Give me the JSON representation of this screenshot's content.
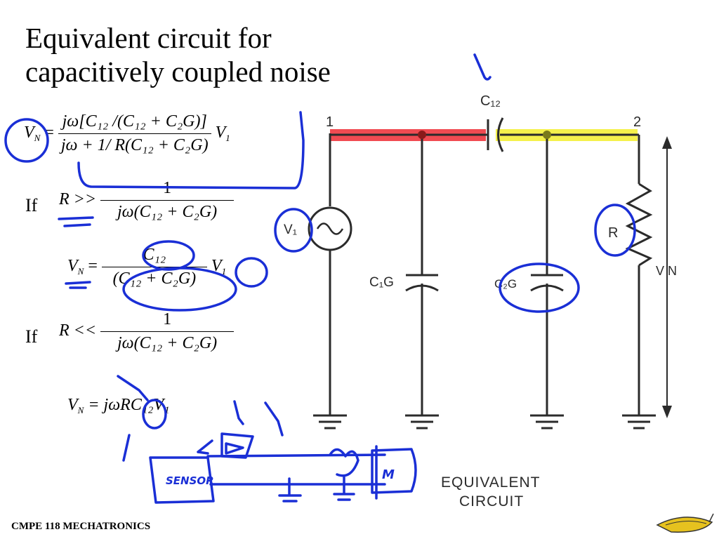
{
  "slide": {
    "title_line1": "Equivalent circuit for",
    "title_line2": "capacitively coupled noise",
    "footer": "CMPE 118 MECHATRONICS"
  },
  "equations": {
    "main": {
      "lhs": "V",
      "lhs_sub": "N",
      "num": "jω[C₁₂ /(C₁₂ + C₂G)]",
      "den": "jω + 1/ R(C₁₂ + C₂G)",
      "rhs": "V",
      "rhs_sub": "1"
    },
    "if1": {
      "label": "If",
      "lhs": "R >>",
      "num": "1",
      "den": "jω(C₁₂ + C₂G)"
    },
    "result1": {
      "lhs": "V",
      "lhs_sub": "N",
      "num": "C₁₂",
      "den": "(C₁₂ + C₂G)",
      "rhs": "V",
      "rhs_sub": "1"
    },
    "if2": {
      "label": "If",
      "lhs": "R <<",
      "num": "1",
      "den": "jω(C₁₂ + C₂G)"
    },
    "result2": {
      "lhs": "V",
      "lhs_sub": "N",
      "rhs": "= jωRC₁₂V₁"
    }
  },
  "circuit": {
    "node1": "1",
    "node2": "2",
    "c12": "C₁₂",
    "v1": "V₁",
    "c1g": "C₁G",
    "c2g": "C₂G",
    "r": "R",
    "vn": "V N",
    "caption_line1": "EQUIVALENT",
    "caption_line2": "CIRCUIT"
  },
  "annotations": {
    "sensor_label": "SENSOR",
    "motor_label": "M"
  },
  "colors": {
    "ink": "#1a2fd6",
    "highlight_red": "#f0373f",
    "highlight_yellow": "#f4f042",
    "wire": "#2b2b2b"
  }
}
